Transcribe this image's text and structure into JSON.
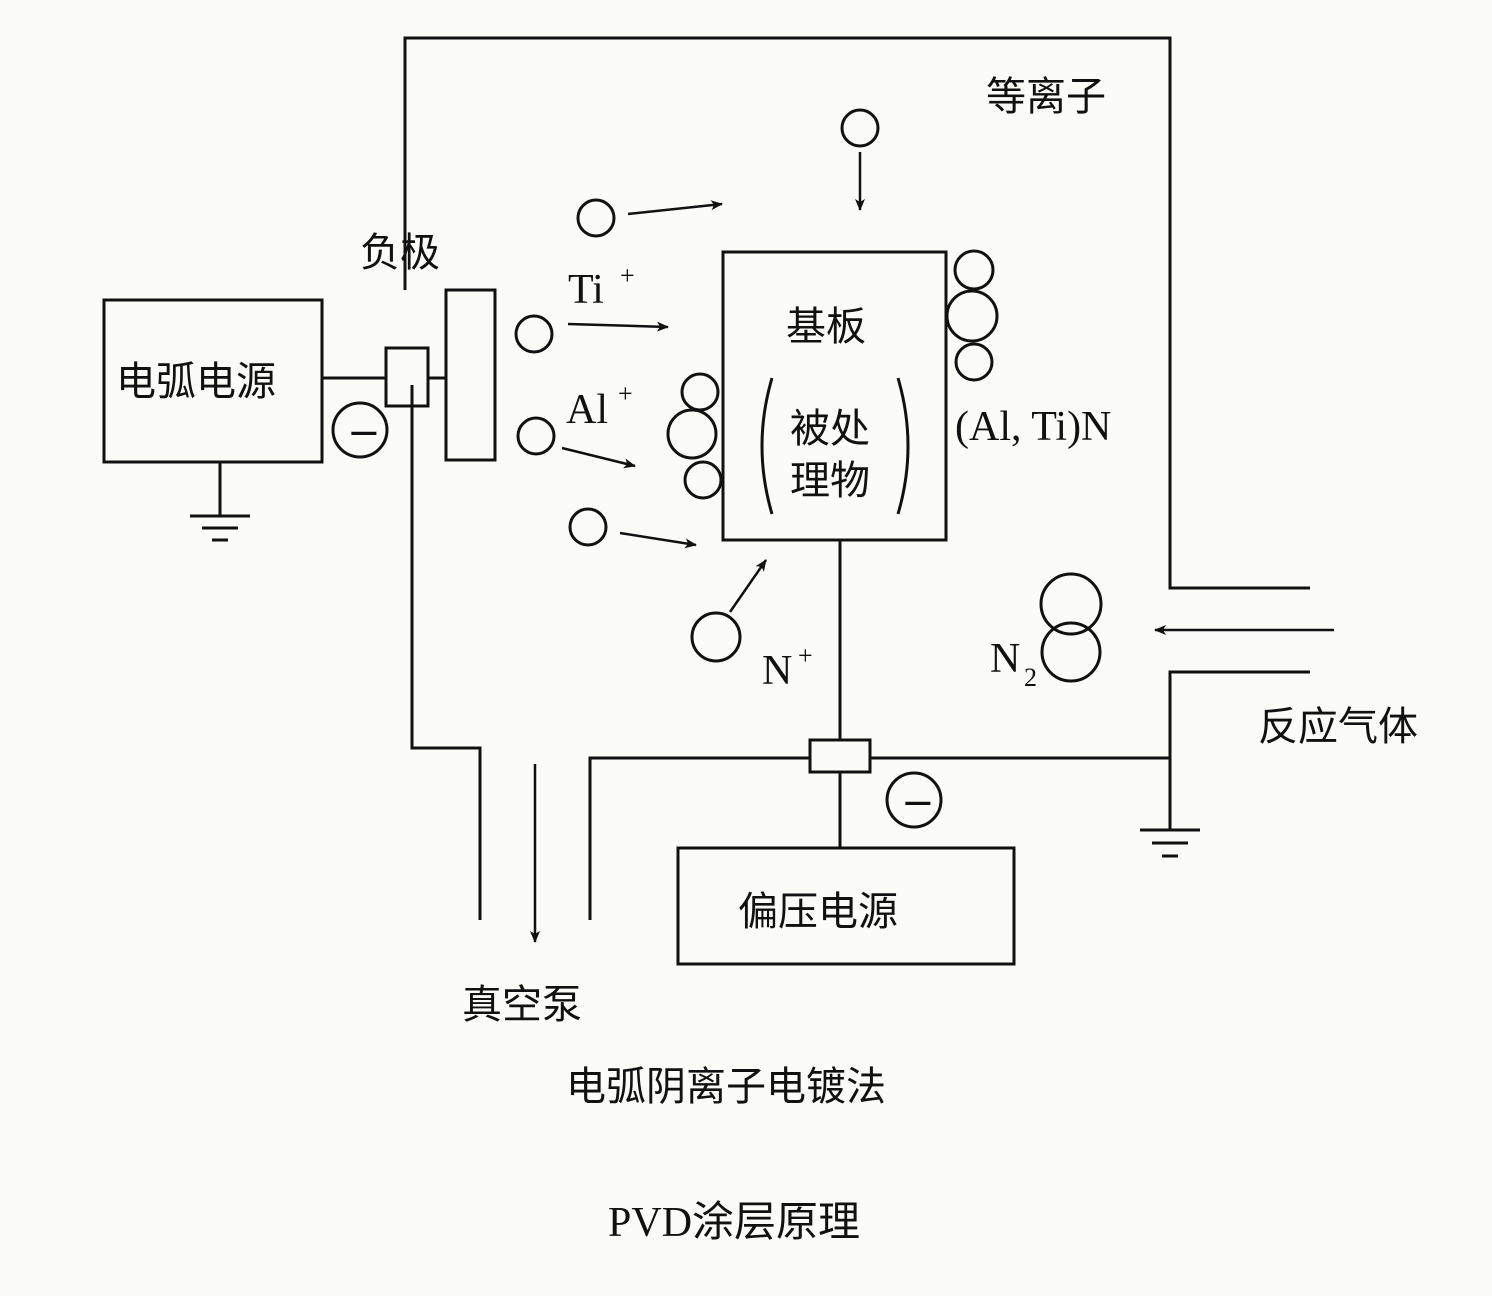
{
  "labels": {
    "plasma": "等离子",
    "cathode": "负极",
    "arc_power": "电弧电源",
    "ti_ion": "Ti",
    "ti_charge": "+",
    "al_ion": "Al",
    "al_charge": "+",
    "substrate": "基板",
    "treated_line1": "被处",
    "treated_line2": "理物",
    "coating": "(Al, Ti)N",
    "n_ion": "N",
    "n_charge": "+",
    "n2_gas": "N",
    "n2_sub": "2",
    "reaction_gas": "反应气体",
    "vacuum_pump": "真空泵",
    "bias_power": "偏压电源",
    "negative_sign": "−",
    "method": "电弧阴离子电镀法",
    "title": "PVD涂层原理"
  }
}
